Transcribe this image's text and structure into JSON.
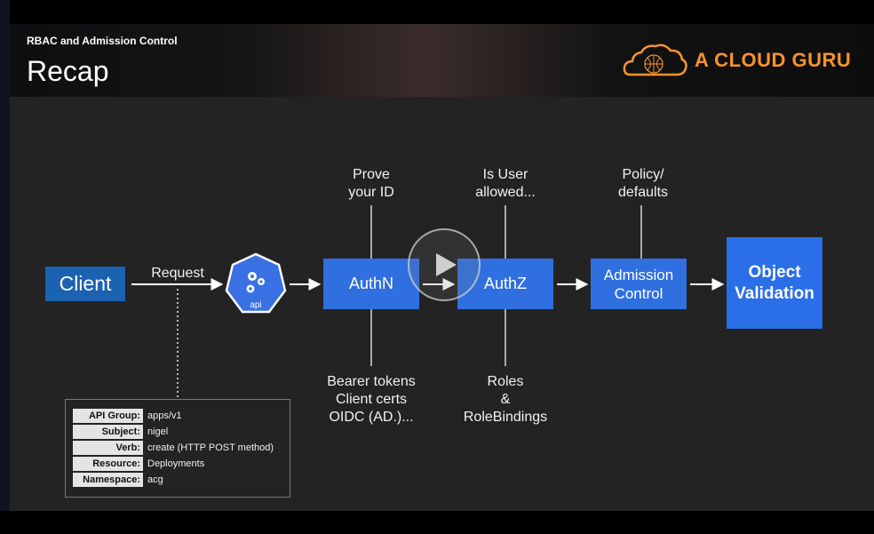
{
  "header": {
    "subtitle": "RBAC and Admission Control",
    "title": "Recap",
    "brand_name": "A CLOUD GURU",
    "brand_color": "#f5942d"
  },
  "flow": {
    "client": "Client",
    "request_label": "Request",
    "api_label": "api",
    "authn": "AuthN",
    "authz": "AuthZ",
    "admission": "Admission\nControl",
    "validation": "Object\nValidation"
  },
  "annotations": {
    "authn_top": "Prove\nyour ID",
    "authz_top": "Is User\nallowed...",
    "admission_top": "Policy/\ndefaults",
    "authn_bottom": "Bearer tokens\nClient certs\nOIDC (AD.)...",
    "authz_bottom": "Roles\n&\nRoleBindings"
  },
  "request_details": [
    {
      "key": "API Group:",
      "value": "apps/v1"
    },
    {
      "key": "Subject:",
      "value": "nigel"
    },
    {
      "key": "Verb:",
      "value": "create (HTTP POST method)"
    },
    {
      "key": "Resource:",
      "value": "Deployments"
    },
    {
      "key": "Namespace:",
      "value": "acg"
    }
  ],
  "colors": {
    "box_blue": "#2f6fe0",
    "client_blue": "#1b62b0",
    "k8s_blue": "#3970e4"
  },
  "icons": {
    "play": "play-icon",
    "kubernetes": "kubernetes-api-icon",
    "cloud": "cloud-logo-icon"
  }
}
